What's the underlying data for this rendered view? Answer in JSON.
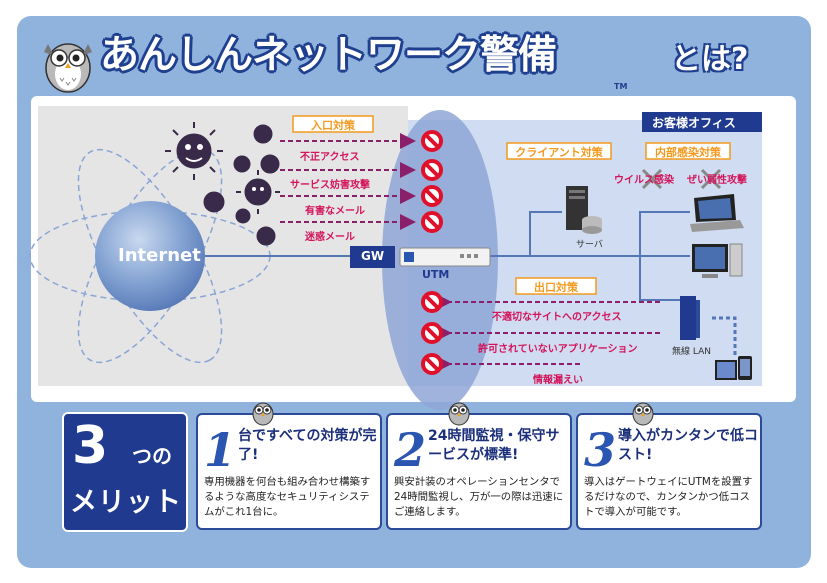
{
  "header": {
    "title": "あんしんネットワーク警備",
    "title_suffix": "とは?",
    "trademark": "TM"
  },
  "diagram": {
    "internet_label": "Internet",
    "gw_label": "GW",
    "utm_label": "UTM",
    "office_label": "お客様オフィス",
    "inbound_label": "入口対策",
    "outbound_label": "出口対策",
    "client_label": "クライアント対策",
    "internal_label": "内部感染対策",
    "inbound_threats": [
      "不正アクセス",
      "サービス妨害攻撃",
      "有害なメール",
      "迷惑メール"
    ],
    "outbound_threats": [
      "不適切なサイトへのアクセス",
      "許可されていないアプリケーション",
      "情報漏えい"
    ],
    "internal_threats": [
      "ウイルス感染",
      "ぜい弱性攻撃"
    ],
    "server_label": "サーバ",
    "wlan_label": "無線 LAN"
  },
  "merits": {
    "number": "3",
    "tsu": "つの",
    "word": "メリット",
    "items": [
      {
        "num": "1",
        "head": "台ですべての対策が完了!",
        "body": "専用機器を何台も組み合わせ構築するような高度なセキュリティシステムがこれ1台に。"
      },
      {
        "num": "2",
        "head": "24時間監視・保守サービスが標準!",
        "body": "興安計装のオペレーションセンタで24時間監視し、万が一の際は迅速にご連絡します。"
      },
      {
        "num": "3",
        "head": "導入がカンタンで低コスト!",
        "body": "導入はゲートウェイにUTMを設置するだけなので、カンタンかつ低コストで導入が可能です。"
      }
    ]
  },
  "colors": {
    "frame": "#8fb3dd",
    "navy": "#1f3a8f",
    "orange_label": "#f39a1e",
    "threat_red": "#d4145a",
    "arrow_purple": "#8a1f6a",
    "block_red": "#e0102a"
  }
}
